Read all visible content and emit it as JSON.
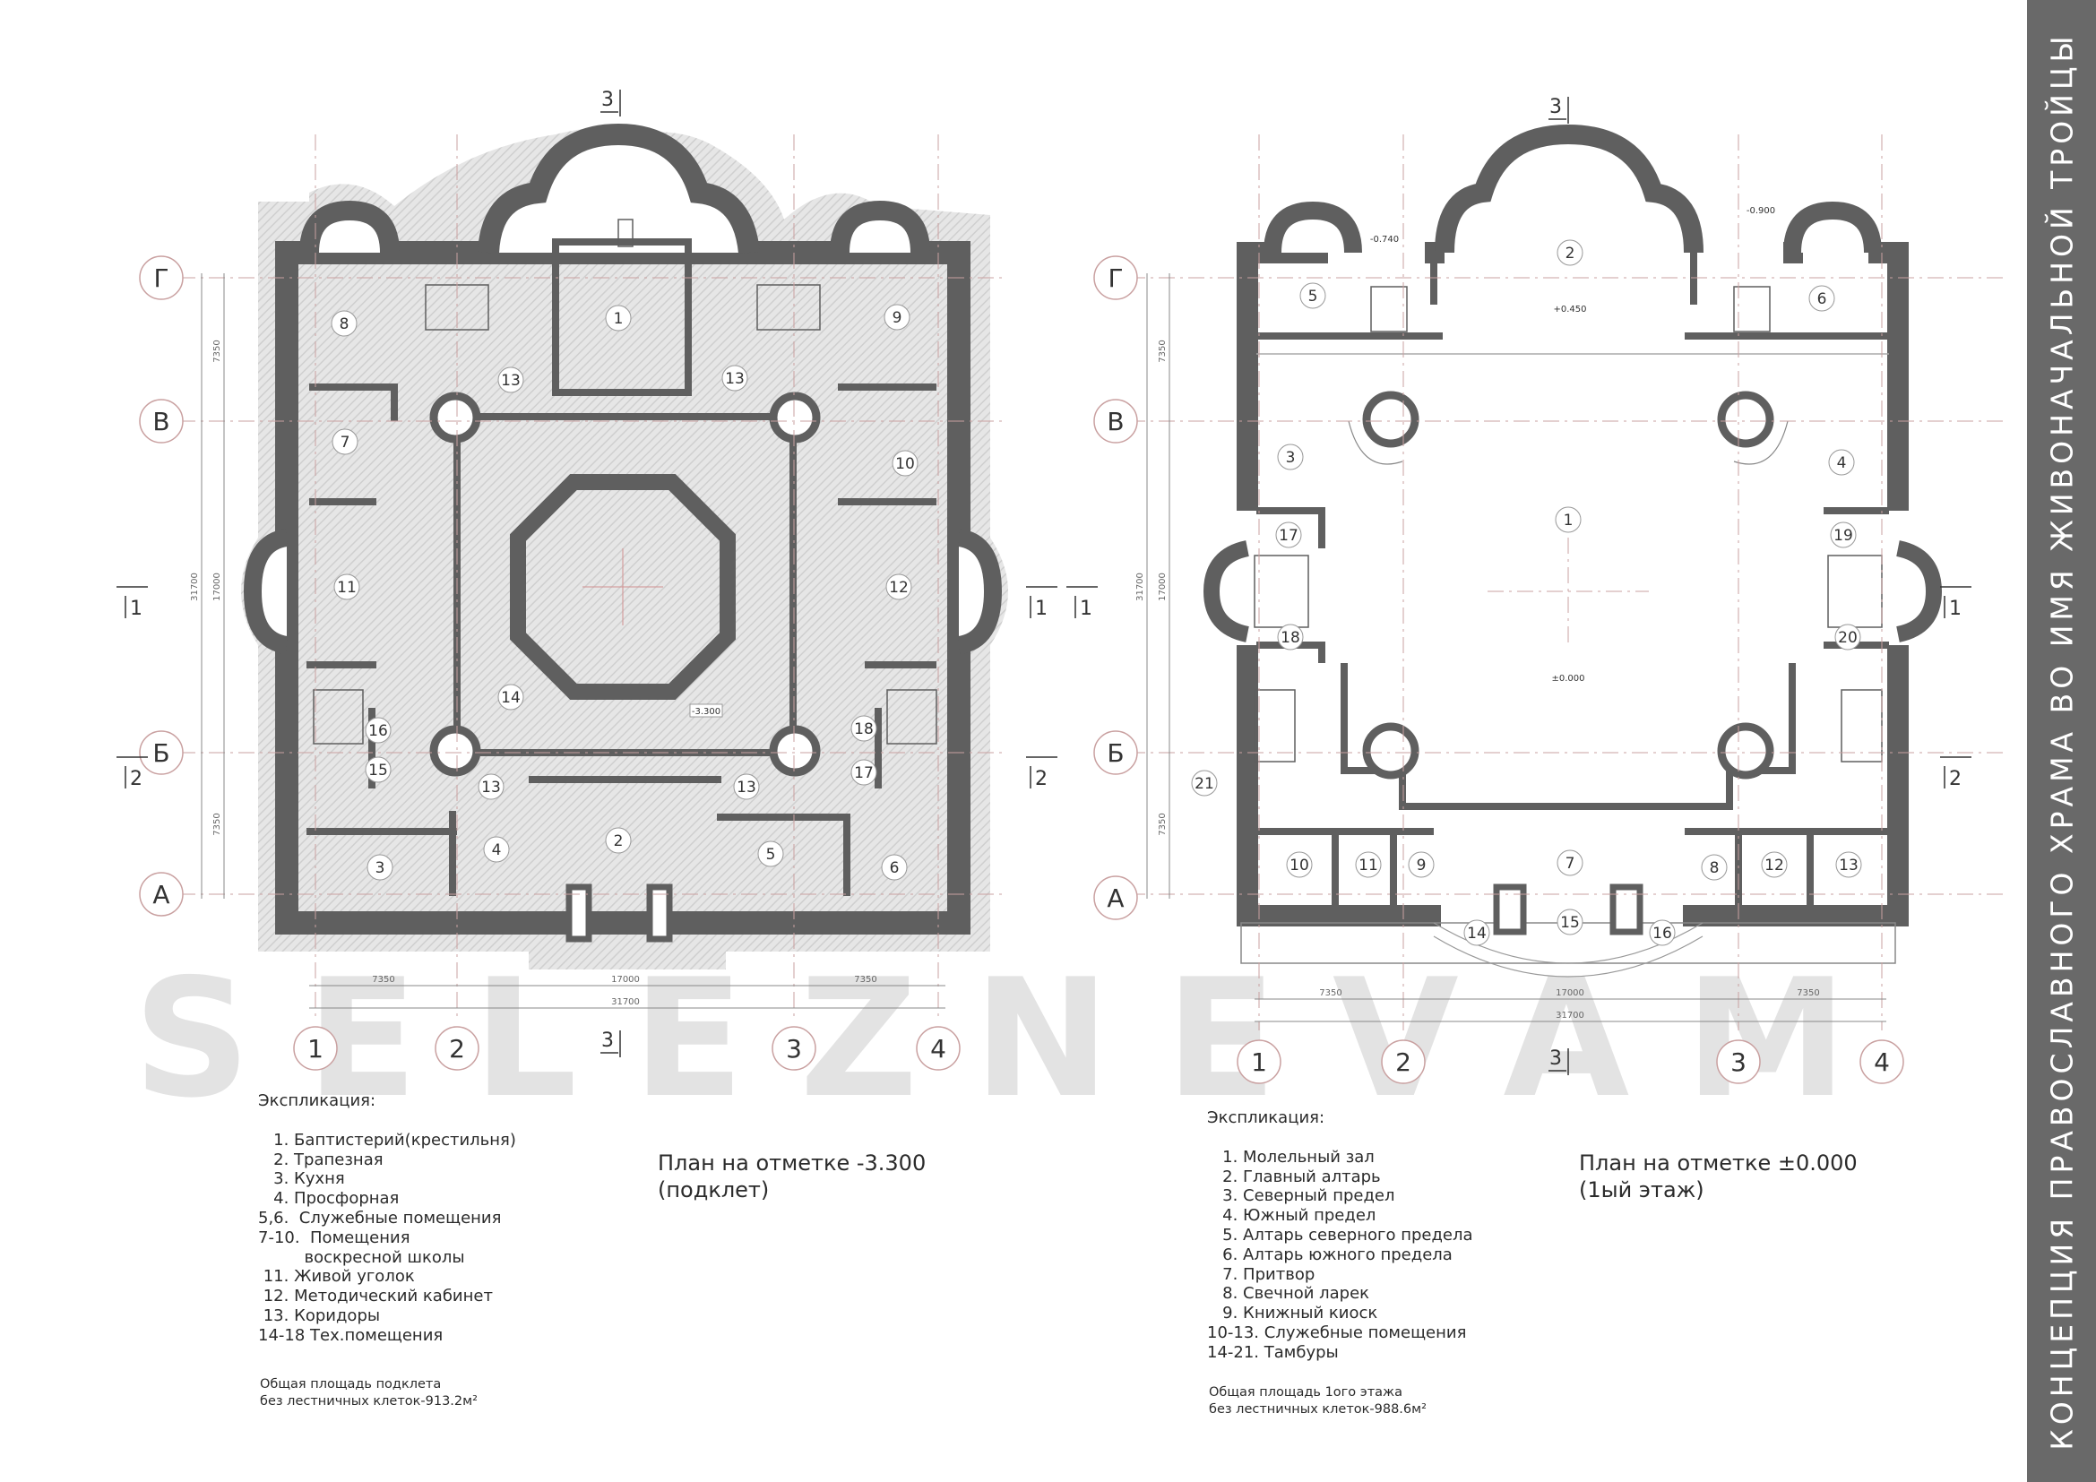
{
  "brand": {
    "watermark": "SELEZNEVAM",
    "sheet_title": "КОНЦЕПЦИЯ ПРАВОСЛАВНОГО ХРАМА ВО ИМЯ ЖИВОНАЧАЛЬНОЙ ТРОЙЦЫ"
  },
  "axes": {
    "rows": [
      "Г",
      "В",
      "Б",
      "А"
    ],
    "cols": [
      "1",
      "2",
      "3",
      "4"
    ],
    "section_marks": [
      "3",
      "1",
      "2"
    ]
  },
  "plan_left": {
    "caption_line1": "План на отметке -3.300",
    "caption_line2": "(подклет)",
    "elevation": "-3.300",
    "dims": {
      "bay1": "7350",
      "bay2": "17000",
      "bay3": "7350",
      "total": "31700",
      "v_top": "7350",
      "v_mid": "17000",
      "v_bottom": "7350",
      "v_total": "31700"
    },
    "rooms": [
      "1",
      "2",
      "3",
      "4",
      "5",
      "6",
      "7",
      "8",
      "9",
      "10",
      "11",
      "12",
      "13",
      "13",
      "13",
      "13",
      "14",
      "15",
      "16",
      "17",
      "18"
    ],
    "legend_title": "Экспликация:",
    "legend": [
      "   1. Баптистерий(крестильня)",
      "   2. Трапезная",
      "   3. Кухня",
      "   4. Просфорная",
      "5,6.  Служебные помещения",
      "7-10.  Помещения",
      "         воскресной школы",
      " 11. Живой уголок",
      " 12. Методический кабинет",
      " 13. Коридоры",
      "14-18 Тех.помещения"
    ],
    "area_line1": "Общая площадь подклета",
    "area_line2": "без лестничных клеток-913.2м²"
  },
  "plan_right": {
    "caption_line1": "План на отметке ±0.000",
    "caption_line2": "(1ый этаж)",
    "elevations": [
      "±0.000",
      "+0.450",
      "-0.740",
      "-0.900"
    ],
    "dims": {
      "bay1": "7350",
      "bay2": "17000",
      "bay3": "7350",
      "total": "31700",
      "v_top": "7350",
      "v_mid": "17000",
      "v_bottom": "7350",
      "v_total": "31700"
    },
    "rooms": [
      "1",
      "2",
      "3",
      "4",
      "5",
      "6",
      "7",
      "8",
      "9",
      "10",
      "11",
      "12",
      "13",
      "14",
      "15",
      "16",
      "17",
      "18",
      "19",
      "20",
      "21"
    ],
    "legend_title": "Экспликация:",
    "legend": [
      "   1. Молельный зал",
      "   2. Главный алтарь",
      "   3. Северный предел",
      "   4. Южный предел",
      "   5. Алтарь северного предела",
      "   6. Алтарь южного предела",
      "   7. Притвор",
      "   8. Свечной ларек",
      "   9. Книжный киоск",
      "10-13. Служебные помещения",
      "14-21. Тамбуры"
    ],
    "area_line1": "Общая площадь 1ого этажа",
    "area_line2": "без лестничных клеток-988.6м²"
  },
  "colors": {
    "wall": "#5f5f5f",
    "hatch": "#d9d9d9",
    "gridline": "#c9a0a0",
    "strip": "#696969"
  }
}
